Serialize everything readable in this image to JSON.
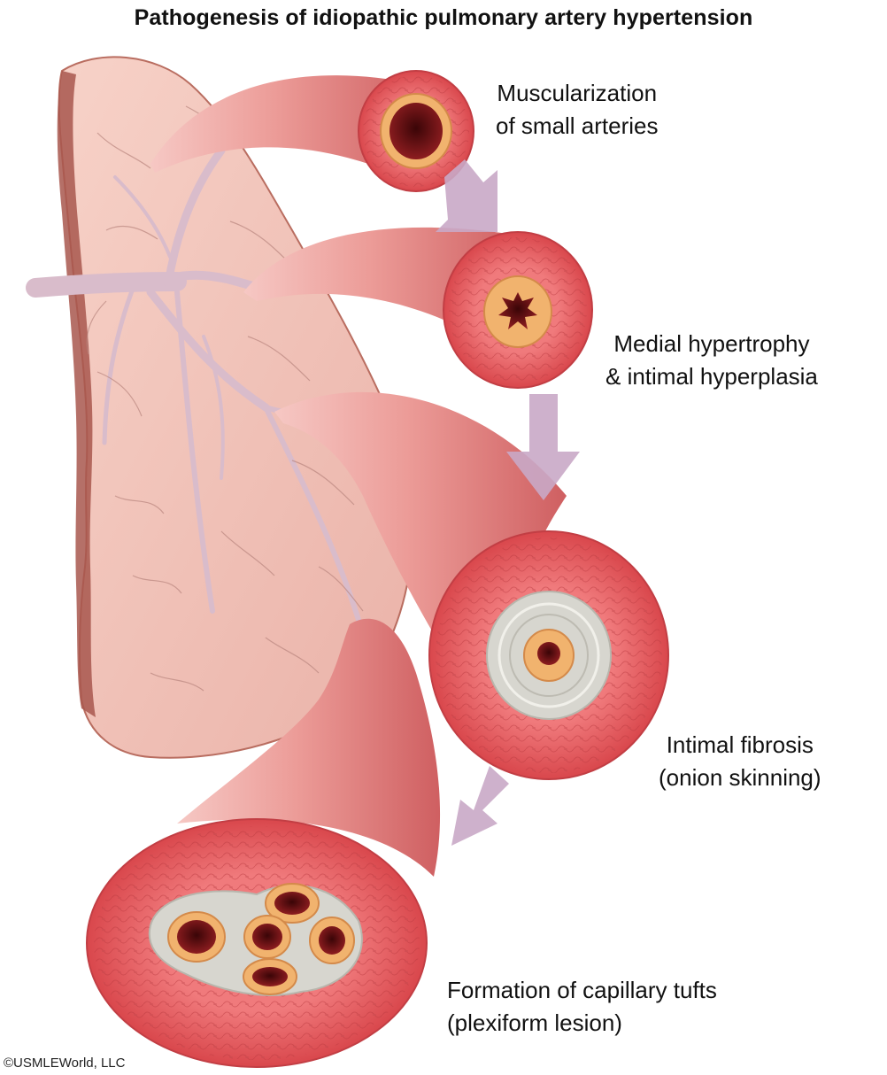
{
  "title": "Pathogenesis of idiopathic pulmonary artery hypertension",
  "stages": [
    {
      "line1": "Muscularization",
      "line2": "of small arteries"
    },
    {
      "line1": "Medial hypertrophy",
      "line2": "& intimal hyperplasia"
    },
    {
      "line1": "Intimal fibrosis",
      "line2": "(onion skinning)"
    },
    {
      "line1": "Formation of capillary tufts",
      "line2": "(plexiform lesion)"
    }
  ],
  "copyright": "©USMLEWorld, LLC",
  "colors": {
    "lung": "#f2c4b9",
    "lung_edge": "#9c5a4f",
    "vessel_trunk": "#d9b8c8",
    "tube": "#e88a88",
    "media": "#e4666b",
    "intima": "#f1b36e",
    "lumen": "#6b1013",
    "fibrosis": "#d7d6cf",
    "arrow": "#c9a8c6"
  }
}
